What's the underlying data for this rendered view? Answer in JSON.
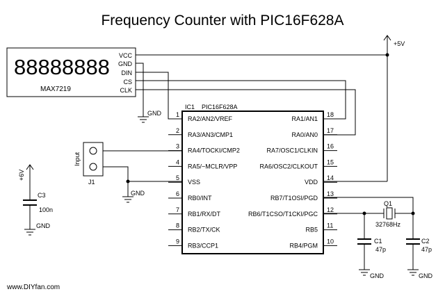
{
  "title": "Frequency Counter with PIC16F628A",
  "website": "www.DIYfan.com",
  "display": {
    "digits": "88888888",
    "chip": "MAX7219",
    "pins": [
      "VCC",
      "GND",
      "DIN",
      "CS",
      "CLK"
    ]
  },
  "power": {
    "vcc": "+5V",
    "battery": "+6V",
    "gnd": "GND"
  },
  "ic": {
    "ref": "IC1",
    "part": "PIC16F628A",
    "left_pins": [
      {
        "num": "1",
        "name": "RA2/AN2/VREF"
      },
      {
        "num": "2",
        "name": "RA3/AN3/CMP1"
      },
      {
        "num": "3",
        "name": "RA4/TOCKI/CMP2"
      },
      {
        "num": "4",
        "name": "RA5/~MCLR/VPP"
      },
      {
        "num": "5",
        "name": "VSS"
      },
      {
        "num": "6",
        "name": "RB0/INT"
      },
      {
        "num": "7",
        "name": "RB1/RX/DT"
      },
      {
        "num": "8",
        "name": "RB2/TX/CK"
      },
      {
        "num": "9",
        "name": "RB3/CCP1"
      }
    ],
    "right_pins": [
      {
        "num": "18",
        "name": "RA1/AN1"
      },
      {
        "num": "17",
        "name": "RA0/AN0"
      },
      {
        "num": "16",
        "name": "RA7/OSC1/CLKIN"
      },
      {
        "num": "15",
        "name": "RA6/OSC2/CLKOUT"
      },
      {
        "num": "14",
        "name": "VDD"
      },
      {
        "num": "13",
        "name": "RB7/T1OSI/PGD"
      },
      {
        "num": "12",
        "name": "RB6/T1CSO/T1CKI/PGC"
      },
      {
        "num": "11",
        "name": "RB5"
      },
      {
        "num": "10",
        "name": "RB4/PGM"
      }
    ]
  },
  "input": {
    "label": "Input",
    "ref": "J1"
  },
  "c3": {
    "ref": "C3",
    "value": "100n"
  },
  "q1": {
    "ref": "Q1",
    "value": "32768Hz"
  },
  "c1": {
    "ref": "C1",
    "value": "47p"
  },
  "c2": {
    "ref": "C2",
    "value": "47p"
  }
}
